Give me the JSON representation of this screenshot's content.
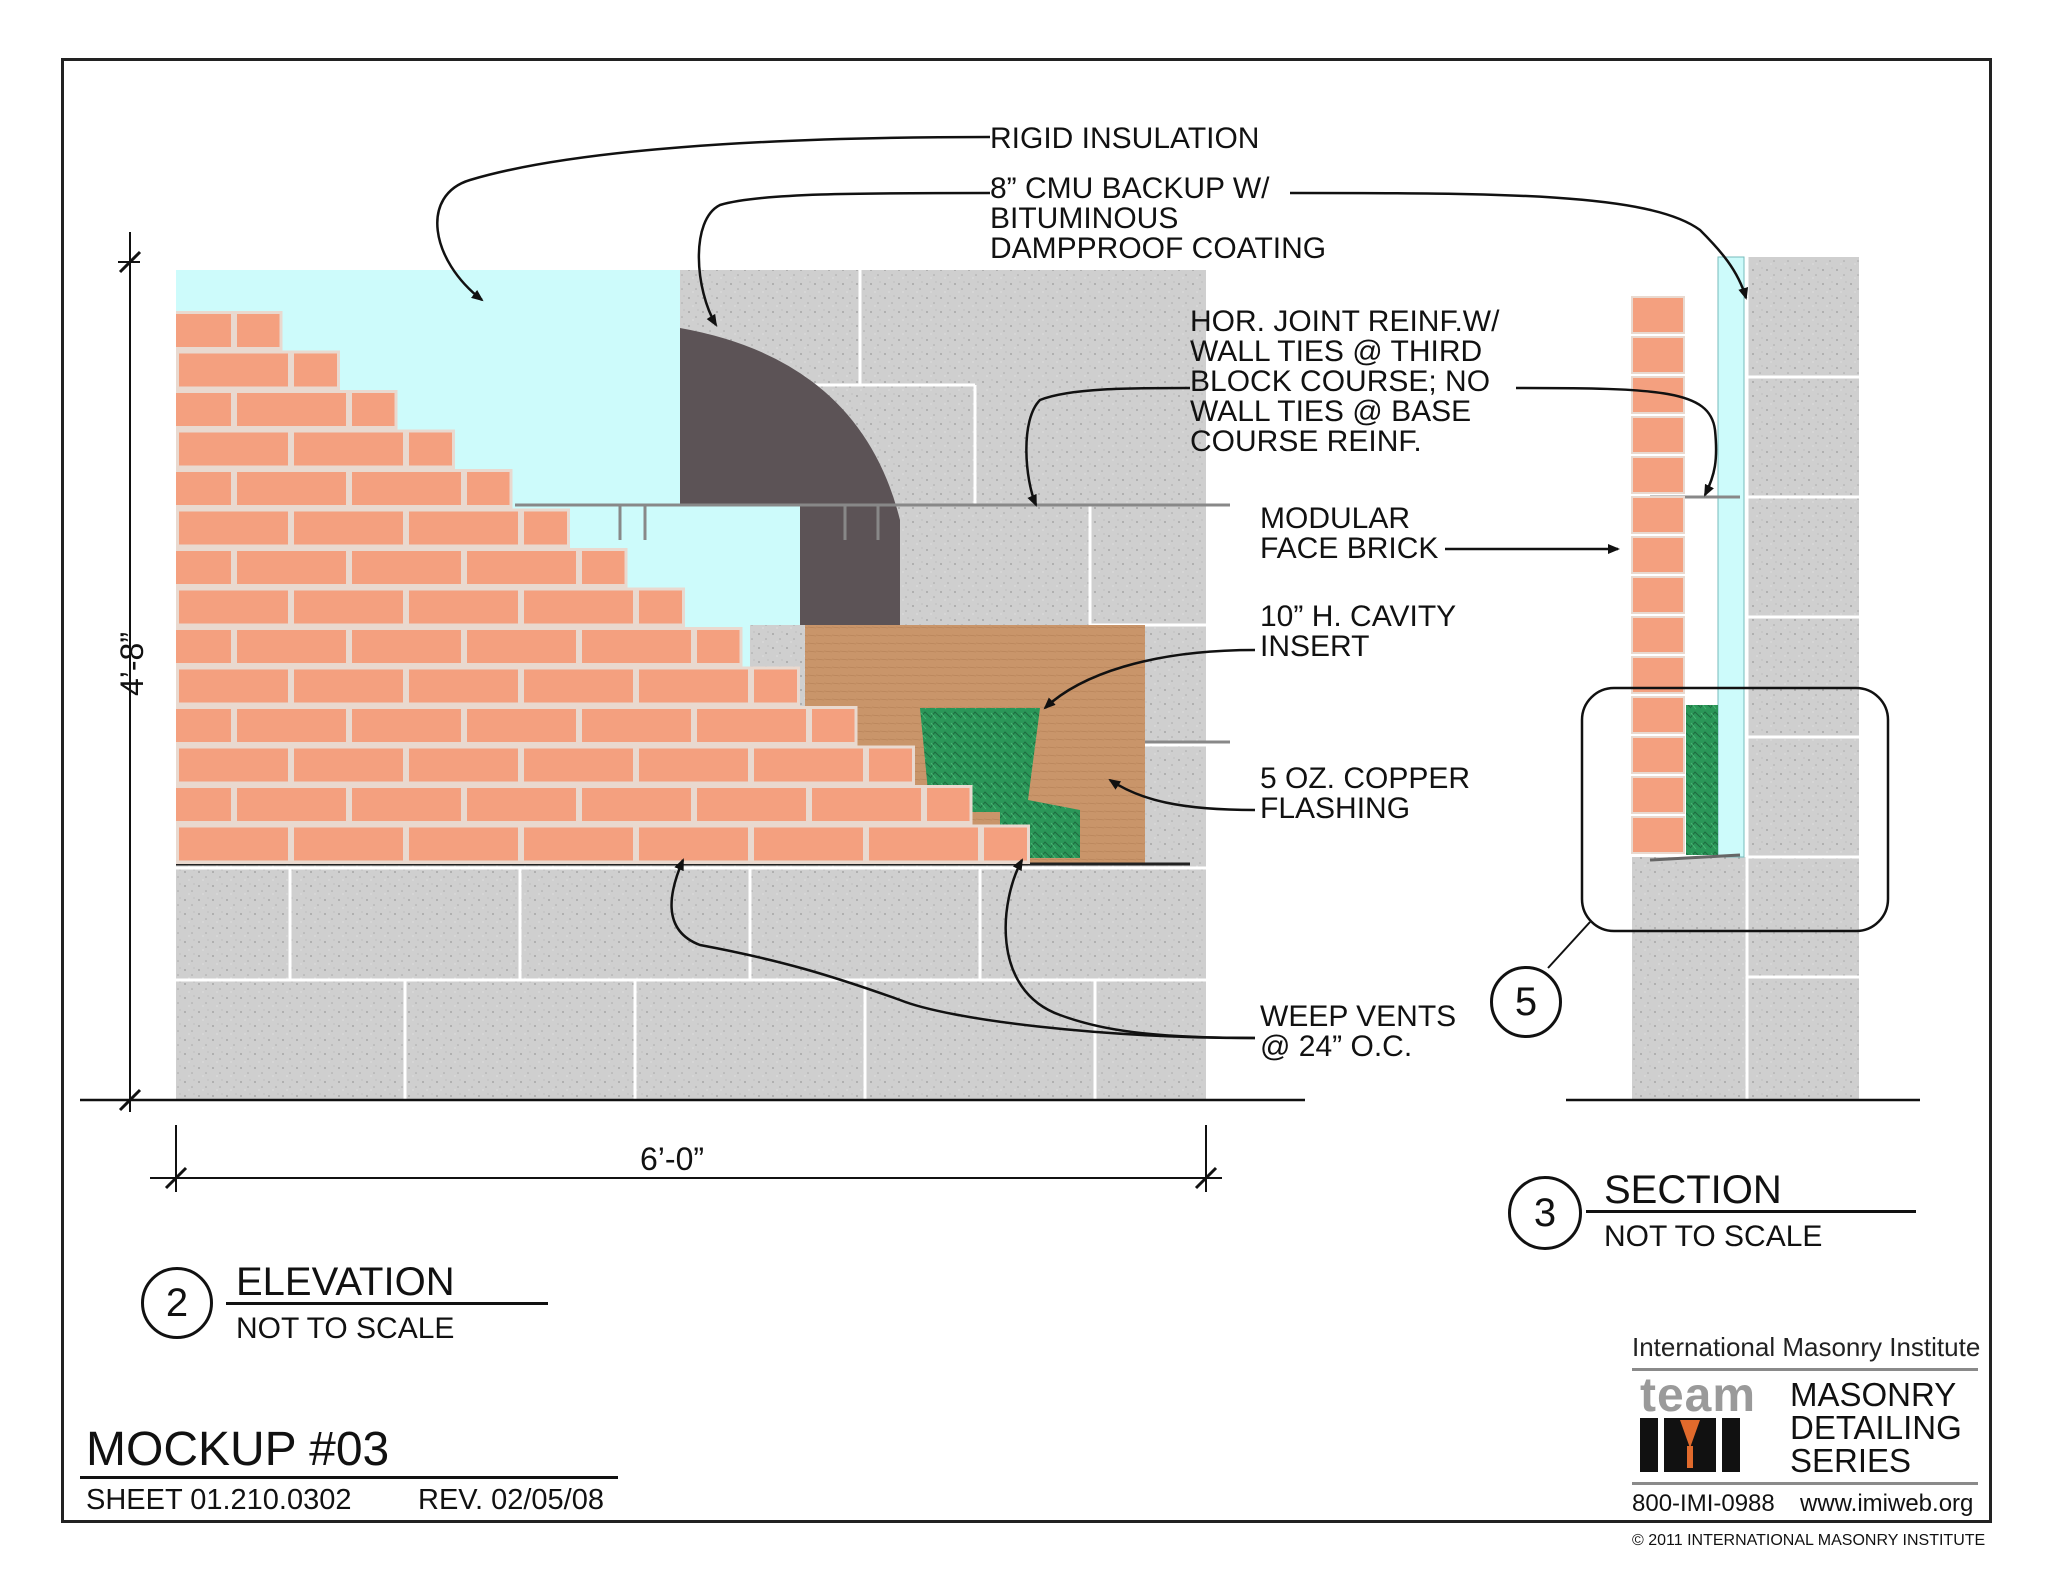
{
  "callouts": {
    "rigid_insulation": "RIGID INSULATION",
    "cmu_backup": "8” CMU BACKUP W/\nBITUMINOUS\nDAMPPROOF COATING",
    "hor_joint": "HOR. JOINT REINF.W/\nWALL TIES @ THIRD\nBLOCK COURSE; NO\nWALL TIES @ BASE\nCOURSE REINF.",
    "face_brick": "MODULAR\nFACE BRICK",
    "cavity_insert": "10” H. CAVITY\nINSERT",
    "copper_flashing": "5 OZ. COPPER\nFLASHING",
    "weep_vents": "WEEP VENTS\n@ 24” O.C."
  },
  "dimensions": {
    "height": "4’-8”",
    "width": "6’-0”"
  },
  "detail_refs": {
    "detail_5": "5"
  },
  "elevation": {
    "number": "2",
    "title": "ELEVATION",
    "scale": "NOT TO SCALE"
  },
  "section": {
    "number": "3",
    "title": "SECTION",
    "scale": "NOT TO SCALE"
  },
  "sheet": {
    "title": "MOCKUP #03",
    "sheet_no": "SHEET 01.210.0302",
    "revision": "REV. 02/05/08"
  },
  "logo": {
    "org": "International Masonry Institute",
    "team": "team",
    "series": "MASONRY\nDETAILING\nSERIES",
    "phone": "800-IMI-0988",
    "web": "www.imiweb.org"
  },
  "copyright": "© 2011 INTERNATIONAL MASONRY INSTITUTE",
  "colors": {
    "brick": "#f4a07f",
    "mortar": "#e9d9cf",
    "insulation": "#cdfbfb",
    "cmu": "#cfcfcf",
    "coating": "#5c5356",
    "cavity_insert": "#2c9a5c",
    "copper": "#c9956a"
  }
}
